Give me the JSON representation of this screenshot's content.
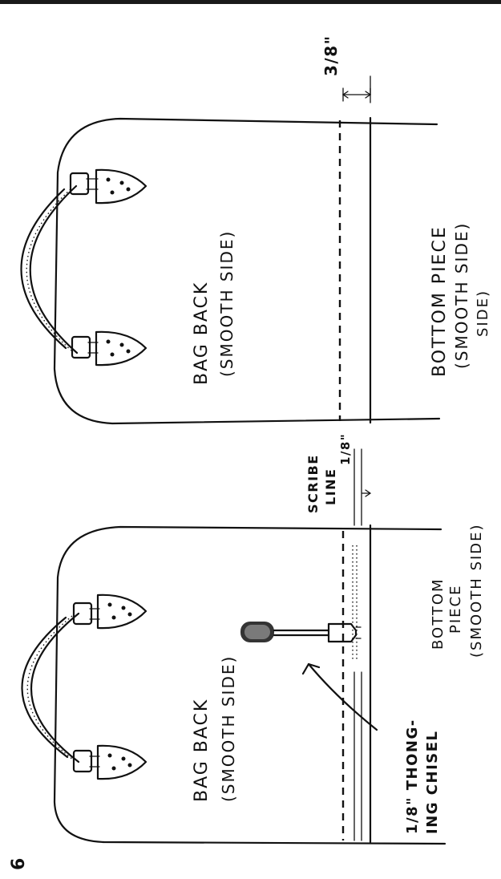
{
  "figure_number": "6",
  "left_view": {
    "bag_label_line1": "BAG  BACK",
    "bag_label_line2": "(SMOOTH  SIDE)",
    "bottom_label_line1": "BOTTOM",
    "bottom_label_line2": "PIECE",
    "bottom_label_line3": "(SMOOTH  SIDE)",
    "tool_label_line1": "1/8\" THONG-",
    "tool_label_line2": "ING CHISEL",
    "scribe_label_line1": "SCRIBE",
    "scribe_label_line2": "LINE",
    "scribe_measure": "1/8\""
  },
  "right_view": {
    "bag_label_line1": "BAG  BACK",
    "bag_label_line2": "(SMOOTH  SIDE)",
    "bottom_label_line1": "BOTTOM  PIECE",
    "bottom_label_line2": "(SMOOTH  SIDE)",
    "bottom_label_line3": "SIDE)",
    "overlap_measure": "3/8\""
  },
  "colors": {
    "ink": "#111111",
    "paper": "#ffffff",
    "top_rule": "#1a1a1a"
  }
}
